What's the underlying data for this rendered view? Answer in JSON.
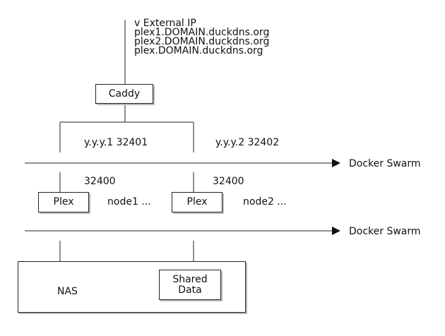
{
  "external_ip": {
    "heading": "v External IP",
    "hosts": [
      "plex1.DOMAIN.duckdns.org",
      "plex2.DOMAIN.duckdns.org",
      "plex.DOMAIN.duckdns.org"
    ]
  },
  "caddy": {
    "label": "Caddy"
  },
  "routes": {
    "left": "y.y.y.1 32401",
    "right": "y.y.y.2 32402"
  },
  "swarm": {
    "top_label": "Docker Swarm",
    "bottom_label": "Docker Swarm"
  },
  "nodes": [
    {
      "port": "32400",
      "service": "Plex",
      "name": "node1 ..."
    },
    {
      "port": "32400",
      "service": "Plex",
      "name": "node2 ..."
    }
  ],
  "nas": {
    "label": "NAS",
    "shared_data": "Shared\nData"
  }
}
